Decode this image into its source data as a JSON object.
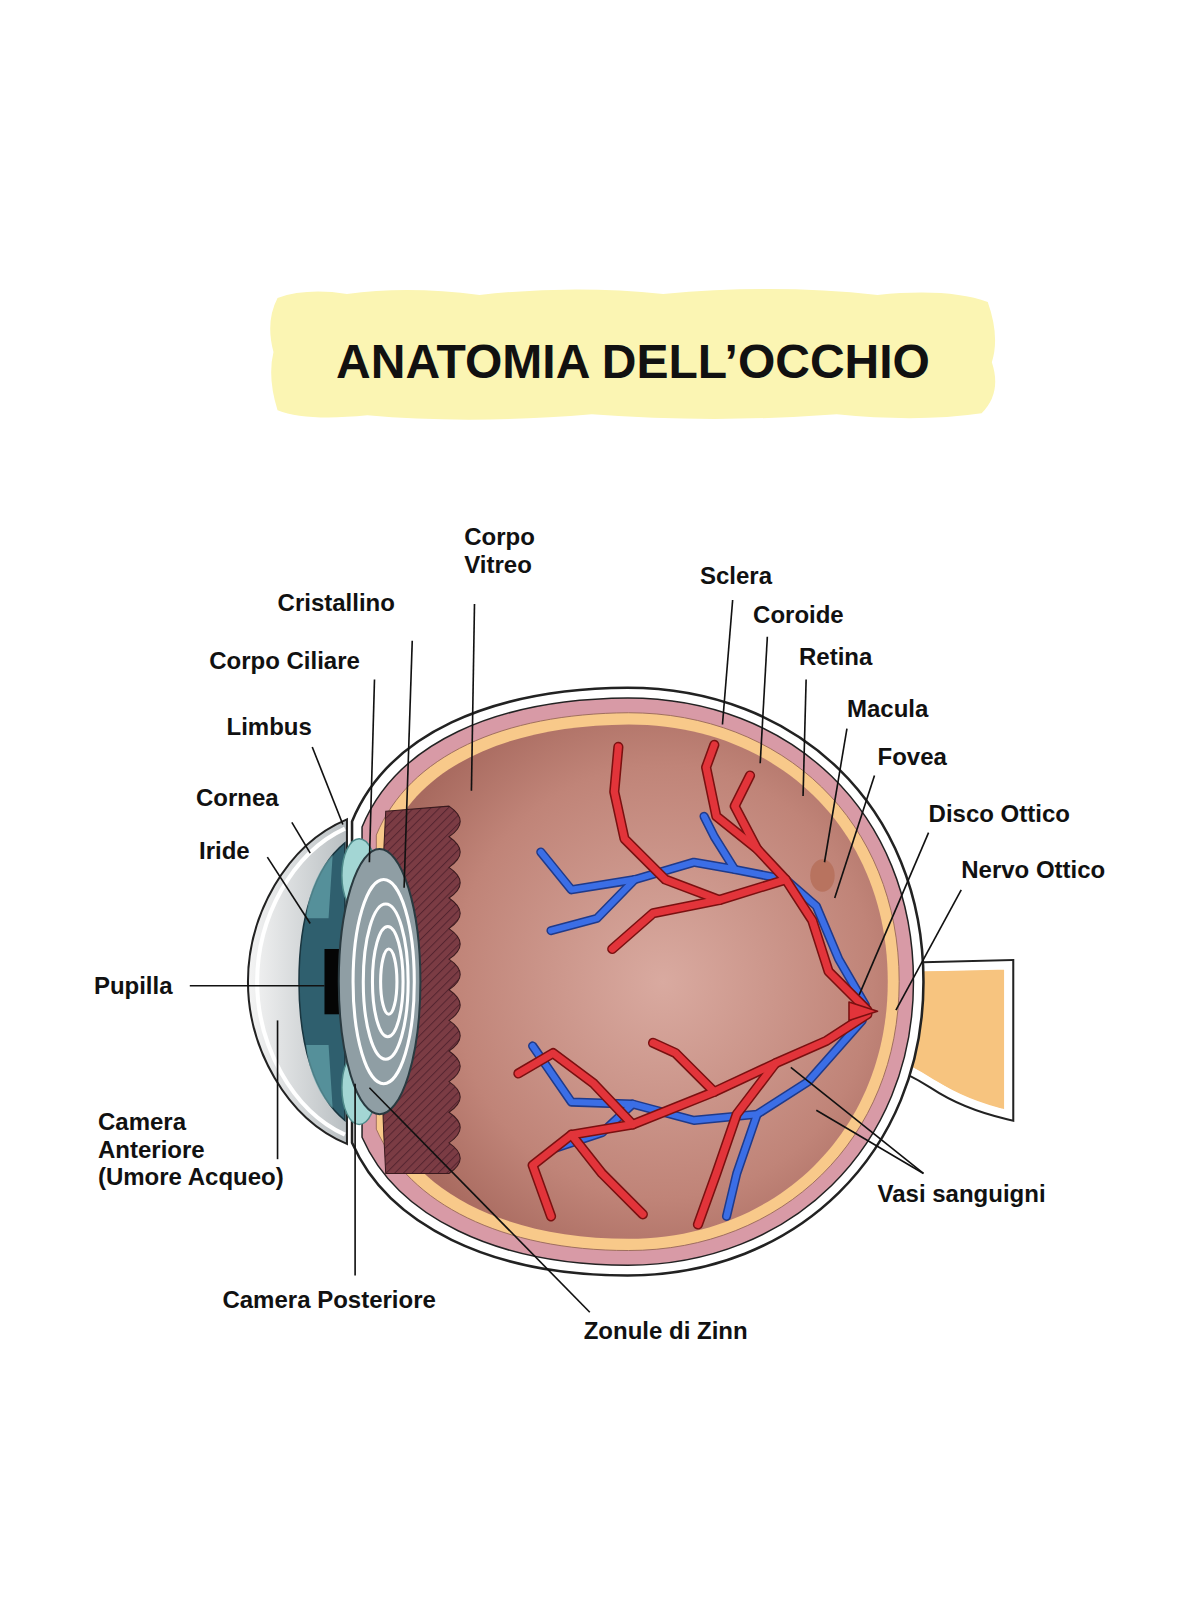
{
  "diagram": {
    "title": "ANATOMIA DELL’OCCHIO",
    "labels": [
      "Corpo Vitreo",
      "Cristallino",
      "Corpo Ciliare",
      "Limbus",
      "Cornea",
      "Iride",
      "Pupilla",
      "Camera Anteriore (Umore Acqueo)",
      "Camera Posteriore",
      "Zonule di Zinn",
      "Sclera",
      "Coroide",
      "Retina",
      "Macula",
      "Fovea",
      "Disco Ottico",
      "Nervo Ottico",
      "Vasi sanguigni"
    ]
  }
}
